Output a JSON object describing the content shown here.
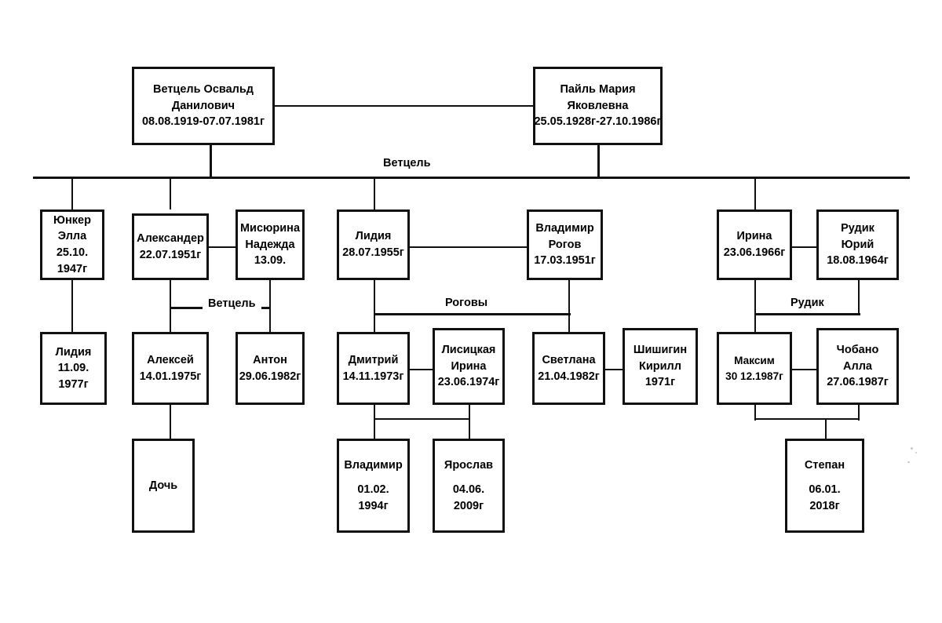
{
  "diagram": {
    "title": "Family tree",
    "line_color": "#111111",
    "background": "#ffffff"
  },
  "bus_labels": {
    "main_vetcel": "Ветцель",
    "sub_vetcel": "Ветцель",
    "rogovy": "Роговы",
    "rudik": "Рудик"
  },
  "people": {
    "g1_father": {
      "name_line1": "Ветцель Освальд",
      "name_line2": "Данилович",
      "dates": "08.08.1919-07.07.1981г"
    },
    "g1_mother": {
      "name_line1": "Пайль  Мария",
      "name_line2": "Яковлевна",
      "dates": "25.05.1928г-27.10.1986г"
    },
    "g2_yunker_ella": {
      "name_line1": "Юнкер",
      "name_line2": "Элла",
      "date_line1": "25.10.",
      "date_line2": "1947г"
    },
    "g2_aleksander": {
      "name_line1": "Александер",
      "dates": "22.07.1951г"
    },
    "g2_misyurina": {
      "name_line1": "Мисюрина",
      "name_line2": "Надежда",
      "dates": "13.09."
    },
    "g2_lidiya": {
      "name_line1": "Лидия",
      "dates": "28.07.1955г"
    },
    "g2_vladimir_rogov": {
      "name_line1": "Владимир",
      "name_line2": "Рогов",
      "dates": "17.03.1951г"
    },
    "g2_irina": {
      "name_line1": "Ирина",
      "dates": "23.06.1966г"
    },
    "g2_rudik_yuriy": {
      "name_line1": "Рудик",
      "name_line2": "Юрий",
      "dates": "18.08.1964г"
    },
    "g3_lidiya": {
      "name_line1": "Лидия",
      "date_line1": "11.09.",
      "date_line2": "1977г"
    },
    "g3_aleksey": {
      "name_line1": "Алексей",
      "dates": "14.01.1975г"
    },
    "g3_anton": {
      "name_line1": "Антон",
      "dates": "29.06.1982г"
    },
    "g3_dmitriy": {
      "name_line1": "Дмитрий",
      "dates": "14.11.1973г"
    },
    "g3_lisitskaya_irina": {
      "name_line1": "Лисицкая",
      "name_line2": "Ирина",
      "dates": "23.06.1974г"
    },
    "g3_svetlana": {
      "name_line1": "Светлана",
      "dates": "21.04.1982г"
    },
    "g3_shishigin_kirill": {
      "name_line1": "Шишигин",
      "name_line2": "Кирилл",
      "dates": "1971г"
    },
    "g3_maksim": {
      "name_line1": "Максим",
      "dates": "30 12.1987г"
    },
    "g3_chobano_alla": {
      "name_line1": "Чобано",
      "name_line2": "Алла",
      "dates": "27.06.1987г"
    },
    "g4_doch": {
      "name_line1": "Дочь"
    },
    "g4_vladimir": {
      "name_line1": "Владимир",
      "date_line1": "01.02.",
      "date_line2": "1994г"
    },
    "g4_yaroslav": {
      "name_line1": "Ярослав",
      "date_line1": "04.06.",
      "date_line2": "2009г"
    },
    "g4_stepan": {
      "name_line1": "Степан",
      "date_line1": "06.01.",
      "date_line2": "2018г"
    }
  }
}
